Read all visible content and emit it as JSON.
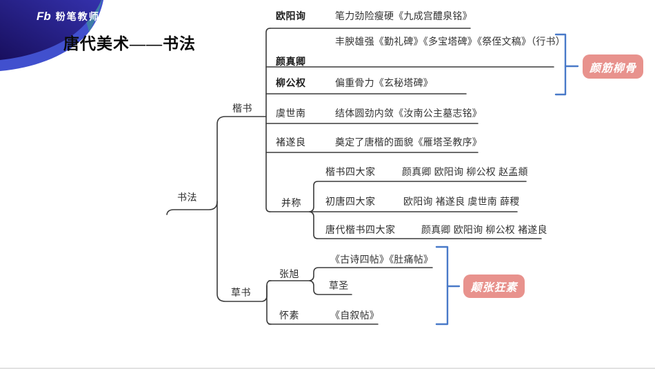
{
  "brand": {
    "logo_mark": "Fb",
    "logo_text": "粉笔教师"
  },
  "title": "唐代美术——书法",
  "colors": {
    "navy_wave": "#1A1163",
    "indigo_wave": "#4150CE",
    "teal_wave": "#3E7EA7",
    "connector_line": "#3A3A3A",
    "bracket_blue": "#4879C8",
    "badge_pink": "#E8928D",
    "badge_text": "#FFFFFF"
  },
  "tree": {
    "root_label": "书法",
    "kaishu": {
      "label": "楷书",
      "calligraphers": [
        {
          "name": "欧阳询",
          "desc": "笔力劲险瘦硬《九成宫醴泉铭》"
        },
        {
          "name": "颜真卿",
          "desc": "丰腴雄强《勤礼碑》《多宝塔碑》《祭侄文稿》（行书）"
        },
        {
          "name": "柳公权",
          "desc": "偏重骨力《玄秘塔碑》"
        },
        {
          "name": "虞世南",
          "desc": "结体圆劲内敛《汝南公主墓志铭》"
        },
        {
          "name": "褚遂良",
          "desc": "奠定了唐楷的面貌《雁塔圣教序》"
        }
      ],
      "bingcheng": {
        "label": "并称",
        "groups": [
          {
            "label": "楷书四大家",
            "names": "颜真卿 欧阳询 柳公权 赵孟頫"
          },
          {
            "label": "初唐四大家",
            "names": "欧阳询 褚遂良 虞世南 薛稷"
          },
          {
            "label": "唐代楷书四大家",
            "names": "颜真卿 欧阳询 柳公权 褚遂良"
          }
        ]
      },
      "badge": "颜筋柳骨"
    },
    "caoshu": {
      "label": "草书",
      "zhangxu": {
        "name": "张旭",
        "works": "《古诗四帖》《肚痛帖》",
        "epithet": "草圣"
      },
      "huaisu": {
        "name": "怀素",
        "works": "《自叙帖》"
      },
      "badge": "颠张狂素"
    }
  }
}
